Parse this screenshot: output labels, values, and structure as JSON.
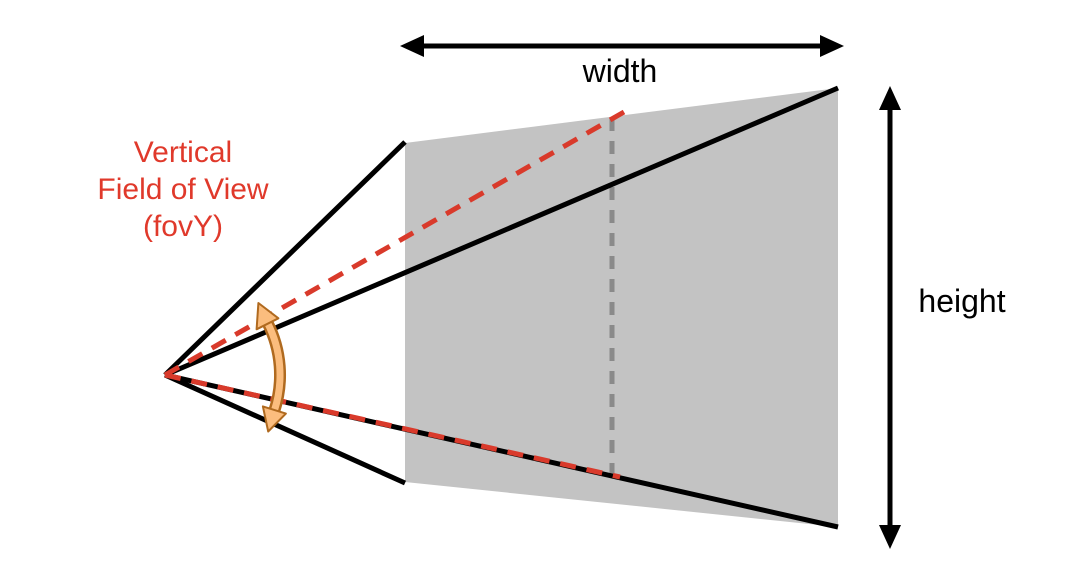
{
  "labels": {
    "width": "width",
    "height": "height",
    "fovy": {
      "line1": "Vertical",
      "line2": "Field of View",
      "line3": "(fovY)"
    }
  },
  "colors": {
    "black": "#000000",
    "label_red": "#e0392b",
    "dash_red": "#d93a2b",
    "gray_fill": "#c3c3c3",
    "gray_dash": "#8a8a8a",
    "arc_fill": "#fbbd7e",
    "arc_outline": "#b06a1f",
    "bg": "#ffffff"
  }
}
